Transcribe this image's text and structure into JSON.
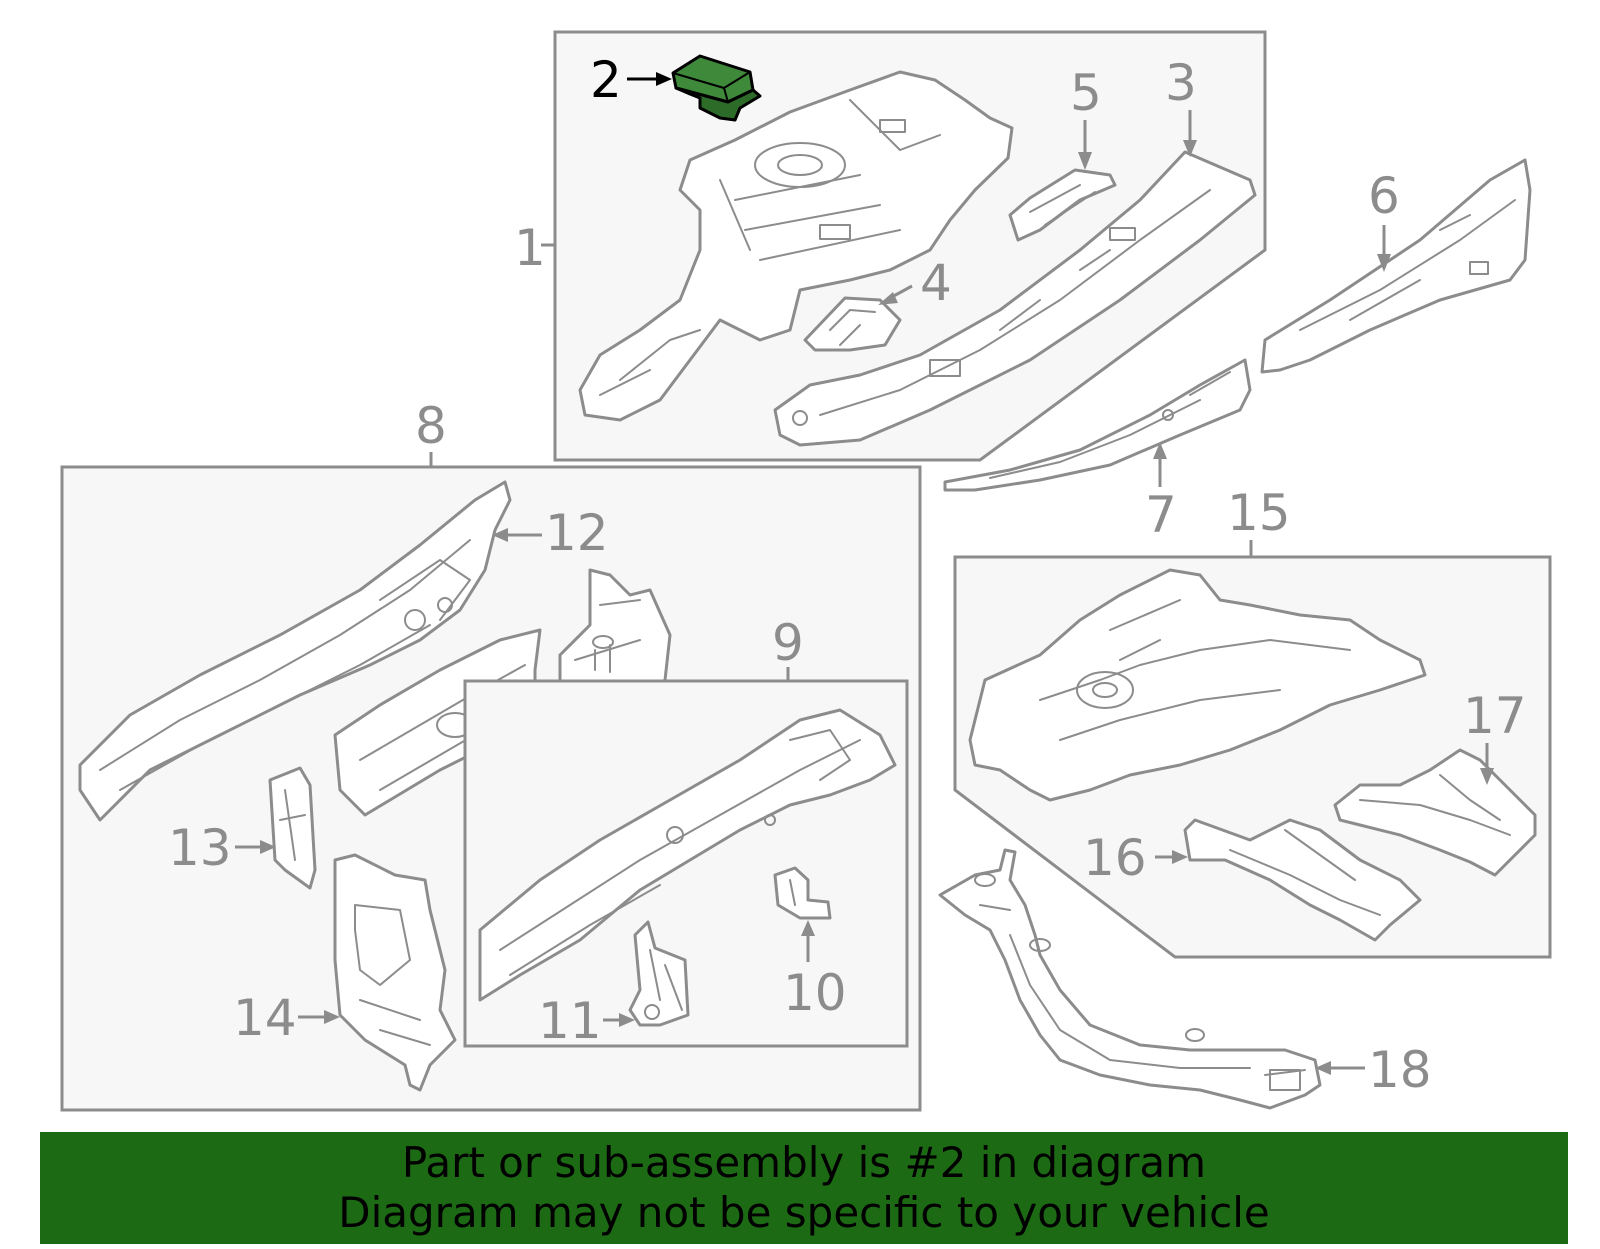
{
  "callouts": {
    "n1": "1",
    "n2": "2",
    "n3": "3",
    "n4": "4",
    "n5": "5",
    "n6": "6",
    "n7": "7",
    "n8": "8",
    "n9": "9",
    "n10": "10",
    "n11": "11",
    "n12": "12",
    "n13": "13",
    "n14": "14",
    "n15": "15",
    "n16": "16",
    "n17": "17",
    "n18": "18"
  },
  "highlighted_part": "2",
  "colors": {
    "highlight_part": "#3f8a3a",
    "banner_background": "#1d6a14",
    "line_art": "#8c8c8c",
    "group_box_fill": "#f7f7f7"
  },
  "banner": {
    "line1": "Part or sub-assembly is #2 in diagram",
    "line2": "Diagram may not be specific to your vehicle"
  }
}
